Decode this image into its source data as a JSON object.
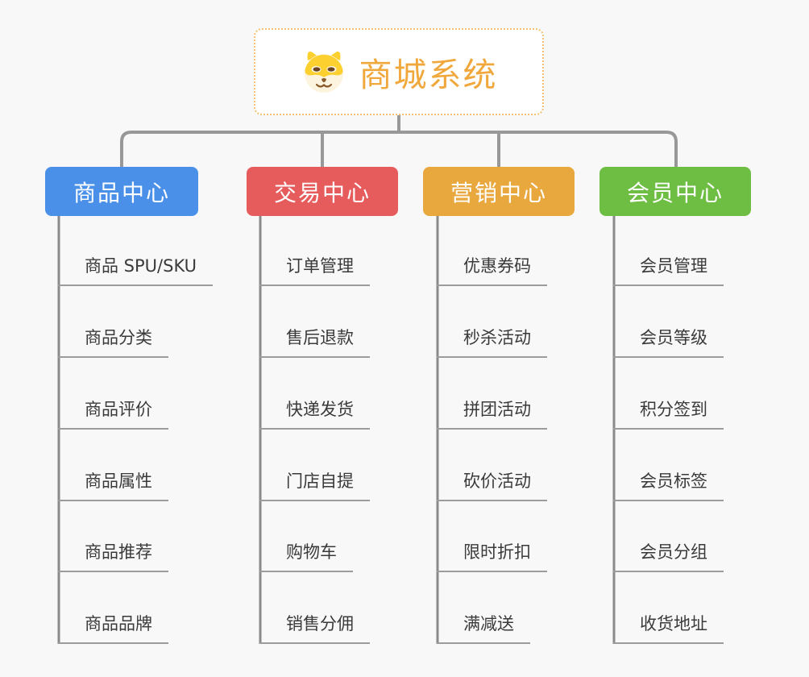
{
  "root": {
    "title": "商城系统",
    "icon": "shiba-dog-icon"
  },
  "branches": [
    {
      "id": "product-center",
      "label": "商品中心",
      "color": "#4a90e8",
      "items": [
        "商品 SPU/SKU",
        "商品分类",
        "商品评价",
        "商品属性",
        "商品推荐",
        "商品品牌"
      ]
    },
    {
      "id": "trade-center",
      "label": "交易中心",
      "color": "#e65c5c",
      "items": [
        "订单管理",
        "售后退款",
        "快递发货",
        "门店自提",
        "购物车",
        "销售分佣"
      ]
    },
    {
      "id": "marketing-center",
      "label": "营销中心",
      "color": "#e9a83e",
      "items": [
        "优惠券码",
        "秒杀活动",
        "拼团活动",
        "砍价活动",
        "限时折扣",
        "满减送"
      ]
    },
    {
      "id": "member-center",
      "label": "会员中心",
      "color": "#6ebe44",
      "items": [
        "会员管理",
        "会员等级",
        "积分签到",
        "会员标签",
        "会员分组",
        "收货地址"
      ]
    }
  ],
  "colors": {
    "background": "#f8f8f8",
    "root_title": "#f0a83c",
    "root_border": "#f2c273",
    "connector_line": "#989898",
    "leaf_underline": "#9c9c9c",
    "leaf_text": "#3a3a3a"
  }
}
